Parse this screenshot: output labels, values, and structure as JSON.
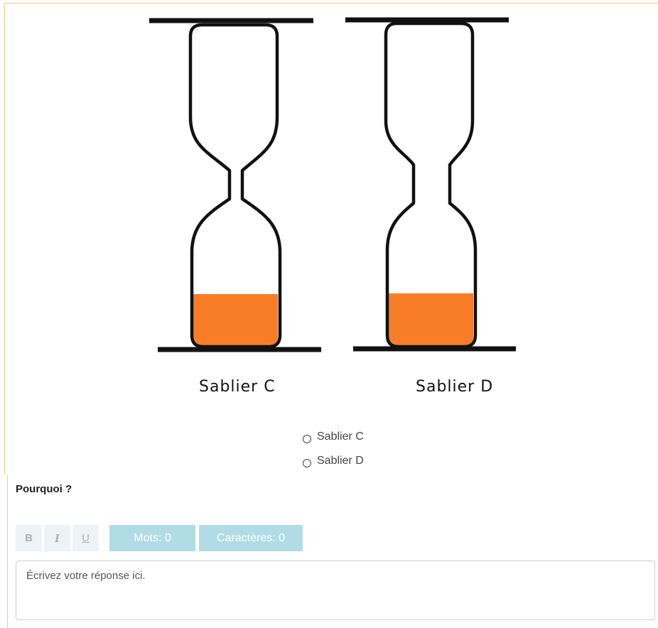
{
  "figure": {
    "hourglasses": [
      {
        "label": "Sablier C",
        "sand_color": "#f97d27"
      },
      {
        "label": "Sablier D",
        "sand_color": "#f97d27"
      }
    ]
  },
  "options": [
    {
      "label": "Sablier C"
    },
    {
      "label": "Sablier D"
    }
  ],
  "question": "Pourquoi ?",
  "toolbar": {
    "bold_label": "B",
    "italic_label": "I",
    "underline_label": "U",
    "words_label": "Mots: 0",
    "chars_label": "Caractères: 0"
  },
  "answer": {
    "placeholder": "Écrivez votre réponse ici."
  },
  "colors": {
    "frame_accent": "#f5c98a",
    "counter_bg": "#b2dce5",
    "sand": "#f97d27"
  }
}
